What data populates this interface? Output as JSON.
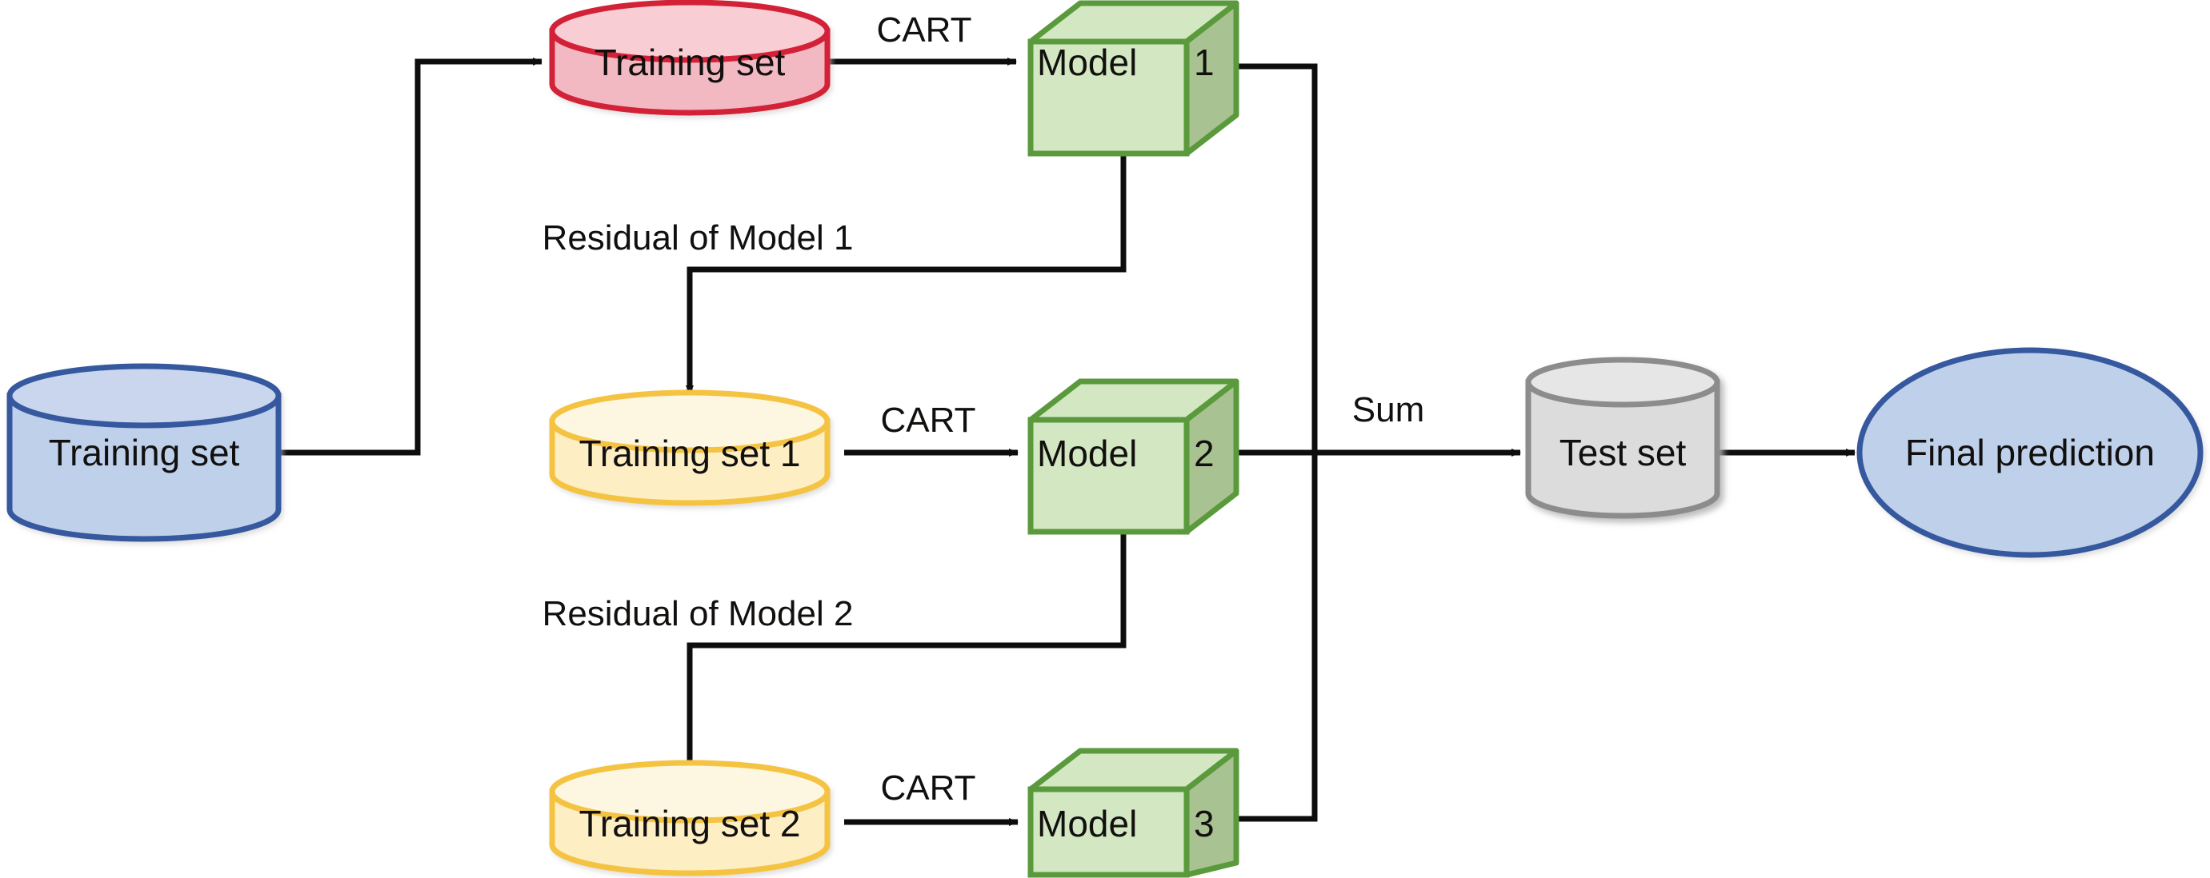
{
  "diagram": {
    "title": "Gradient boosting regression tree workflow",
    "type": "flowchart",
    "background": "#ffffff",
    "palette": {
      "blue_fill": "#bfd0ea",
      "blue_stroke": "#36599e",
      "red_fill": "#f3b9c2",
      "red_stroke": "#d32039",
      "yellow_fill": "#fdeec4",
      "yellow_stroke": "#f5c342",
      "green_front": "#d3e8c2",
      "green_side": "#a9c291",
      "green_stroke": "#5a9a3c",
      "gray_fill": "#dcdcdc",
      "gray_stroke": "#8c8c8c",
      "edge": "#0d0d0d",
      "text": "#12100f"
    },
    "nodes": [
      {
        "id": "training-set-source",
        "shape": "cylinder",
        "color": "blue",
        "label": "Training set"
      },
      {
        "id": "training-set",
        "shape": "cylinder",
        "color": "red",
        "label": "Training set"
      },
      {
        "id": "model-1",
        "shape": "cube",
        "color": "green",
        "label": "Model 1"
      },
      {
        "id": "training-set-1",
        "shape": "cylinder",
        "color": "yellow",
        "label": "Training set 1"
      },
      {
        "id": "model-2",
        "shape": "cube",
        "color": "green",
        "label": "Model 2"
      },
      {
        "id": "training-set-2",
        "shape": "cylinder",
        "color": "yellow",
        "label": "Training set 2"
      },
      {
        "id": "model-3",
        "shape": "cube",
        "color": "green",
        "label": "Model 3"
      },
      {
        "id": "test-set",
        "shape": "cylinder",
        "color": "gray",
        "label": "Test set"
      },
      {
        "id": "final-prediction",
        "shape": "ellipse",
        "color": "blue",
        "label": "Final prediction"
      }
    ],
    "edges": [
      {
        "id": "cart-1",
        "from": "training-set",
        "to": "model-1",
        "label": "CART"
      },
      {
        "id": "residual-1",
        "from": "model-1",
        "to": "training-set-1",
        "label": "Residual of Model 1"
      },
      {
        "id": "cart-2",
        "from": "training-set-1",
        "to": "model-2",
        "label": "CART"
      },
      {
        "id": "residual-2",
        "from": "model-2",
        "to": "training-set-2",
        "label": "Residual of Model 2"
      },
      {
        "id": "cart-3",
        "from": "training-set-2",
        "to": "model-3",
        "label": "CART"
      },
      {
        "id": "sum",
        "from": "model-2",
        "to": "test-set",
        "label": "Sum"
      },
      {
        "id": "source-to-training",
        "from": "training-set-source",
        "to": "training-set",
        "label": ""
      },
      {
        "id": "test-to-final",
        "from": "test-set",
        "to": "final-prediction",
        "label": ""
      }
    ],
    "labels": {
      "training_set_source": "Training set",
      "training_set": "Training set",
      "model_1": "Model 1",
      "model_1_front": "Model",
      "model_1_side": "1",
      "training_set_1": "Training set 1",
      "model_2": "Model 2",
      "model_2_front": "Model",
      "model_2_side": "2",
      "training_set_2": "Training set 2",
      "model_3": "Model 3",
      "model_3_front": "Model",
      "model_3_side": "3",
      "test_set": "Test set",
      "final_prediction": "Final prediction",
      "cart_1": "CART",
      "cart_2": "CART",
      "cart_3": "CART",
      "residual_1": "Residual of Model 1",
      "residual_2": "Residual of Model 2",
      "sum": "Sum"
    }
  }
}
